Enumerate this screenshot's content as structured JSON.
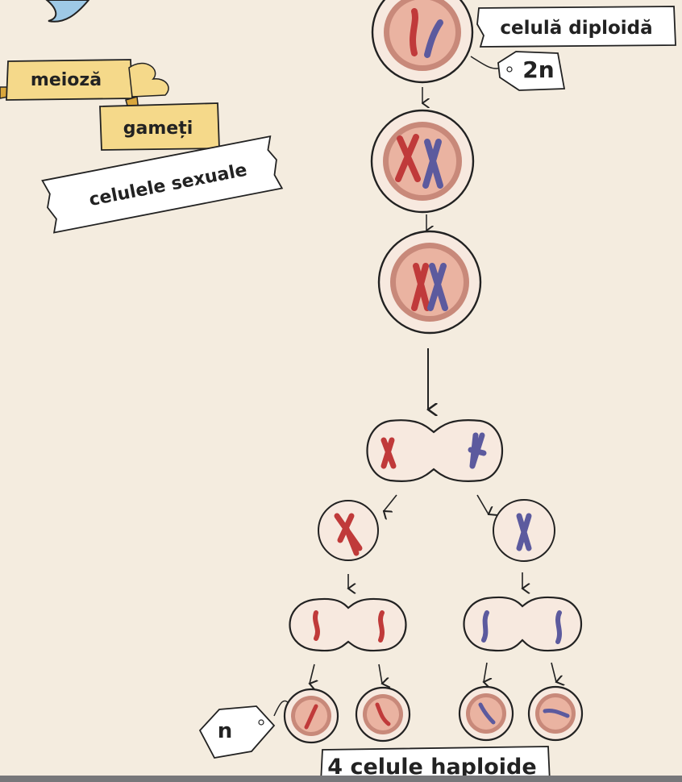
{
  "labels": {
    "meioza": "meioză",
    "gameti": "gameți",
    "celulele_sexuale": "celulele sexuale",
    "celula_diploida": "celulă diploidă",
    "ploidy_2n": "2n",
    "ploidy_n": "n",
    "celule_haploide": "4 celule haploide"
  },
  "colors": {
    "background": "#f4ecdf",
    "paper_banner": "#f5d98a",
    "paper_tag": "#ffffff",
    "cell_outer": "#f7e9df",
    "cell_ring": "#c8897a",
    "nucleus": "#eab3a1",
    "chromosome_red": "#c03a3a",
    "chromosome_blue": "#5c5a9e",
    "ink": "#222222"
  }
}
